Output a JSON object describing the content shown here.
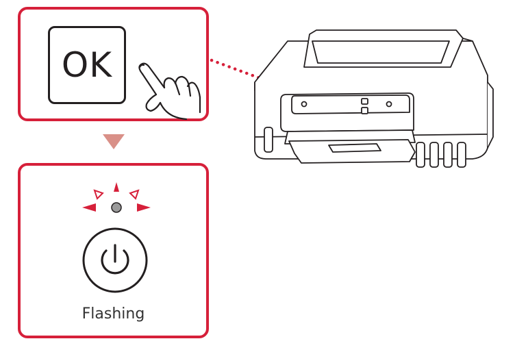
{
  "ok_panel": {
    "key_label": "OK",
    "icon": "pointing-hand-icon"
  },
  "status_panel": {
    "label": "Flashing",
    "icon": "power-icon",
    "light_state": "flashing"
  },
  "arrow": {
    "icon": "down-triangle-icon"
  },
  "printer": {
    "icon": "printer-icon"
  },
  "colors": {
    "frame": "#d6203a",
    "flash": "#d6203a",
    "arrow": "#d99088",
    "line": "#231f20",
    "lamp": "#9a9a9a"
  }
}
